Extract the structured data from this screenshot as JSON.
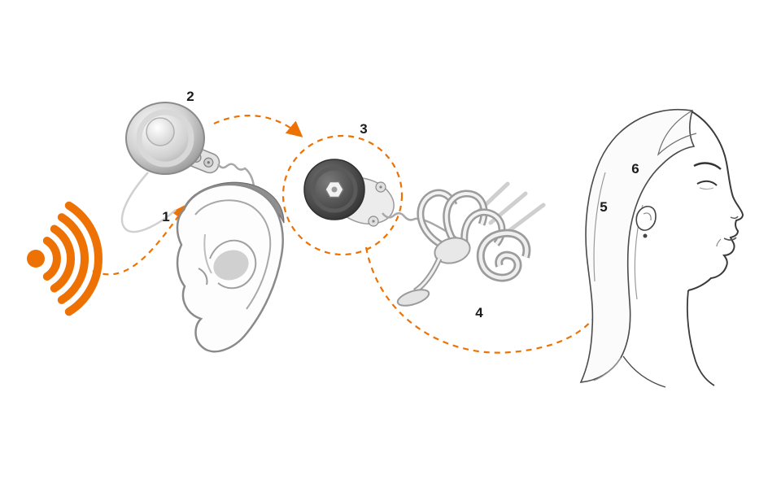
{
  "diagram": {
    "accent_color": "#EE7203",
    "line_color": "#9a9a9a",
    "outline_color": "#3a3a3a",
    "steps": [
      {
        "label": "1"
      },
      {
        "label": "2"
      },
      {
        "label": "3"
      },
      {
        "label": "4"
      },
      {
        "label": "5"
      },
      {
        "label": "6"
      }
    ],
    "elements": {
      "sound_waves": "sound-waves-icon",
      "audio_processor": "audio-processor-illustration",
      "ear": "ear-illustration",
      "implant": "implant-illustration",
      "cochlea": "cochlea-illustration",
      "head": "head-profile-illustration"
    }
  }
}
